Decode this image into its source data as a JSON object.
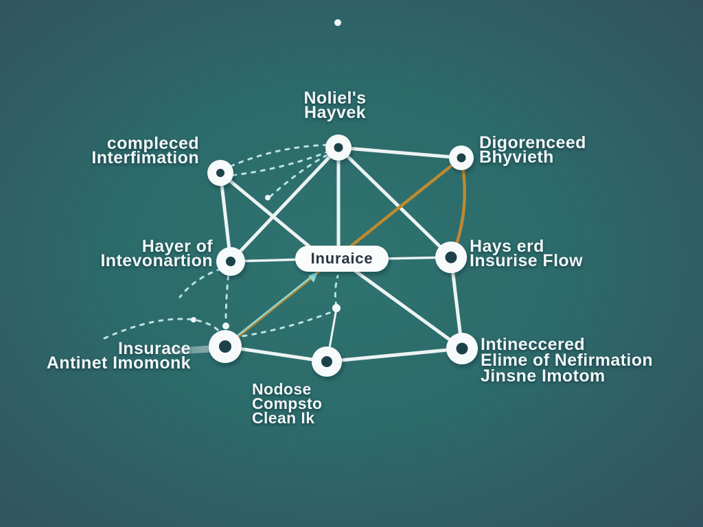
{
  "diagram": {
    "pill": {
      "label": "Inuraice"
    },
    "labels": {
      "top_center": {
        "lines": [
          "Noliel's",
          "Hayvek"
        ]
      },
      "upper_left": {
        "lines": [
          "compleced",
          "Interfimation"
        ]
      },
      "upper_right": {
        "lines": [
          "Digorenceed",
          "Bhyvieth"
        ]
      },
      "middle_left": {
        "lines": [
          "Hayer of",
          "Intevonartion"
        ]
      },
      "middle_right": {
        "lines": [
          "Hays erd",
          "Insurise Flow"
        ]
      },
      "lower_left": {
        "lines": [
          "Insurace",
          "Antinet Imomonk"
        ]
      },
      "lower_center": {
        "lines": [
          "Nodose",
          "Compsto",
          "Clean Ik"
        ]
      },
      "lower_right": {
        "lines": [
          "Intineccered",
          "Elime of Nefirmation",
          "Jinsne Imotom"
        ]
      }
    },
    "colors": {
      "background_center": "#2e7370",
      "background_corners": "#33505f",
      "node_fill": "#f7fafa",
      "node_hole": "#1e4249",
      "edge_white": "#edf3f3",
      "edge_orange": "#bd8a30",
      "edge_dashed_teal": "#c9edee",
      "edge_thin_teal": "#8fd8d8",
      "label_text": "#f1f7f7",
      "pill_text": "#2a3540"
    }
  }
}
